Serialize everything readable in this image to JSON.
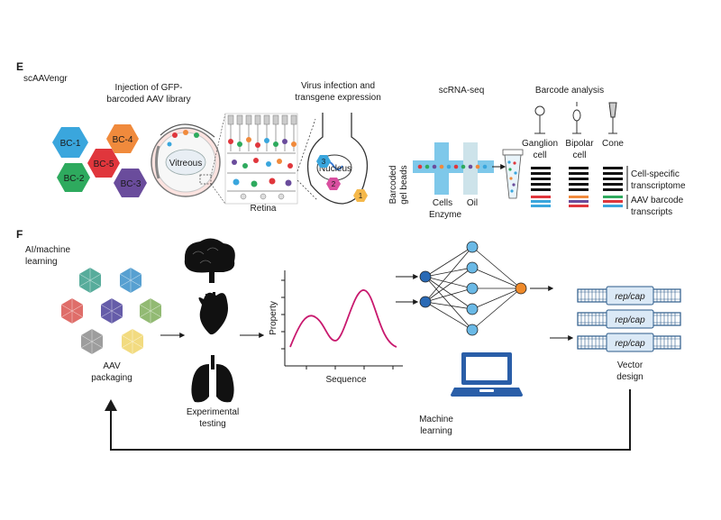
{
  "panel_e": {
    "letter": "E",
    "title": "scAAVengr",
    "injection_label_1": "Injection of GFP-",
    "injection_label_2": "barcoded AAV library",
    "barcodes": [
      "BC-1",
      "BC-4",
      "BC-5",
      "BC-2",
      "BC-3"
    ],
    "barcode_colors": [
      "#3aa6dd",
      "#f08a3c",
      "#e0363c",
      "#2eaa5e",
      "#6a4c9c"
    ],
    "vitreous": "Vitreous",
    "retina": "Retina",
    "virus_label_1": "Virus infection and",
    "virus_label_2": "transgene expression",
    "nucleus": "Nucleus",
    "steps": [
      "1",
      "2",
      "3"
    ],
    "scrna": "scRNA-seq",
    "beads_1": "Barcoded",
    "beads_2": "gel beads",
    "cells": "Cells",
    "oil": "Oil",
    "enzyme": "Enzyme",
    "barcode_analysis": "Barcode analysis",
    "cell_types": [
      {
        "line1": "Ganglion",
        "line2": "cell"
      },
      {
        "line1": "Bipolar",
        "line2": "cell"
      },
      {
        "line1": "Cone",
        "line2": ""
      }
    ],
    "transcriptome_1": "Cell-specific",
    "transcriptome_2": "transcriptome",
    "aav_barcode_1": "AAV barcode",
    "aav_barcode_2": "transcripts"
  },
  "panel_f": {
    "letter": "F",
    "title_1": "AI/machine",
    "title_2": "learning",
    "aav_1": "AAV",
    "aav_2": "packaging",
    "capsid_colors": [
      "#3a9e8a",
      "#3a8fc9",
      "#d9534f",
      "#4a3f9a",
      "#7fae5a",
      "#8c8c8c",
      "#f0d56a"
    ],
    "testing_1": "Experimental",
    "testing_2": "testing",
    "plot_ylabel": "Property",
    "plot_xlabel": "Sequence",
    "ml_1": "Machine",
    "ml_2": "learning",
    "vectors": [
      "rep/cap",
      "rep/cap",
      "rep/cap"
    ],
    "vector_1": "Vector",
    "vector_2": "design"
  },
  "colors": {
    "curve": "#c8196e",
    "nn_input": "#2a6ab5",
    "nn_hidden": "#6ab9e6",
    "nn_output": "#ef8a2a",
    "laptop": "#2a5ea8",
    "plasmid": "#2b5a8a"
  }
}
